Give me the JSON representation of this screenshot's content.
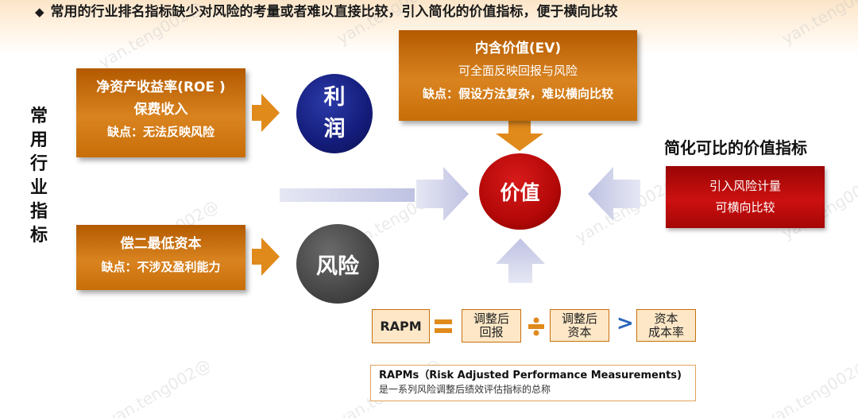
{
  "header": {
    "bullet": "◆",
    "title": "常用的行业排名指标缺少对风险的考量或者难以直接比较，引入简化的价值指标，便于横向比较"
  },
  "side_label": [
    "常",
    "用",
    "行",
    "业",
    "指",
    "标"
  ],
  "roe_box": {
    "title": "净资产收益率(ROE )",
    "line2": "保费收入",
    "line3": "缺点：无法反映风险"
  },
  "capital_box": {
    "title": "偿二最低资本",
    "line2": "缺点：不涉及盈利能力"
  },
  "ev_box": {
    "title": "内含价值(EV)",
    "line2": "可全面反映回报与风险",
    "line3": "缺点：假设方法复杂，难以横向比较"
  },
  "circles": {
    "profit": [
      "利",
      "润"
    ],
    "risk": "风险",
    "value": "价值"
  },
  "simplified": {
    "title": "简化可比的价值指标",
    "line1": "引入风险计量",
    "line2": "可横向比较"
  },
  "formula": {
    "lhs": "RAPM",
    "term1": [
      "调整后",
      "回报"
    ],
    "term2": [
      "调整后",
      "资本"
    ],
    "compare": ">",
    "term3": [
      "资本",
      "成本率"
    ]
  },
  "definition": {
    "line1": "RAPMs（Risk Adjusted Performance Measurements)",
    "line2": "是一系列风险调整后绩效评估指标的总称"
  },
  "watermark": "yan.teng002@",
  "colors": {
    "orange": "#d98320",
    "navy": "#141c7a",
    "gray": "#454545",
    "red": "#b40808",
    "arrow_light": "#c9cbe6",
    "formula_fill": "#fde7c6"
  }
}
